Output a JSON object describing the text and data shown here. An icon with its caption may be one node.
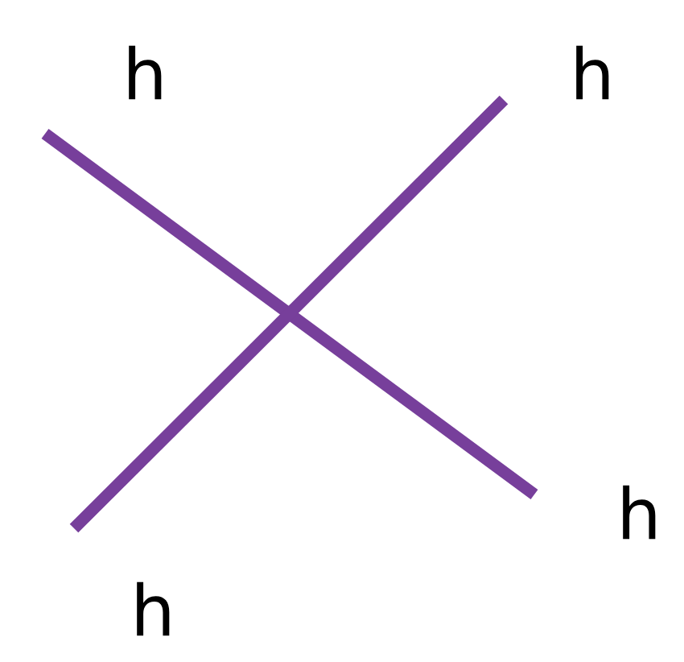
{
  "diagram": {
    "nodes": [
      {
        "text": [
          "h"
        ]
      },
      {
        "text": [
          "h"
        ]
      },
      {
        "text": [
          "h"
        ]
      },
      {
        "text": [
          "h"
        ]
      }
    ],
    "edges": [
      {
        "from": 0,
        "to": 2,
        "arrow": "none",
        "color": "#773f9b"
      },
      {
        "from": 1,
        "to": 3,
        "arrow": "none",
        "color": "#773f9b"
      }
    ]
  }
}
